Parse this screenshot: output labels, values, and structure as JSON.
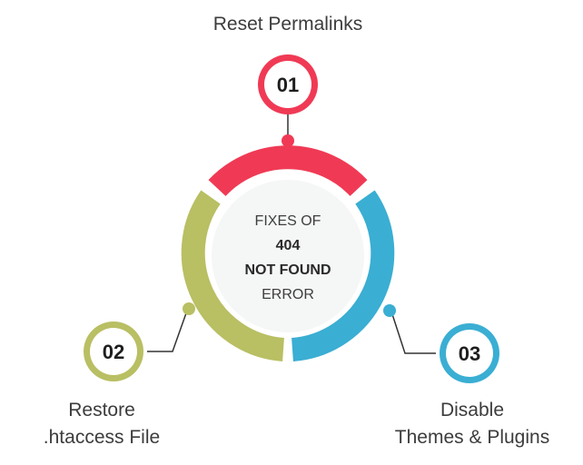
{
  "center": {
    "line1": "FIXES OF",
    "line2": "404",
    "line3": "NOT FOUND",
    "line4": "ERROR"
  },
  "steps": [
    {
      "number": "01",
      "title_lines": [
        "Reset Permalinks"
      ],
      "color": "#f03a55"
    },
    {
      "number": "02",
      "title_lines": [
        "Restore",
        ".htaccess File"
      ],
      "color": "#b9bf63"
    },
    {
      "number": "03",
      "title_lines": [
        "Disable",
        "Themes & Plugins"
      ],
      "color": "#3aaed3"
    }
  ],
  "colors": {
    "red": "#f03a55",
    "olive": "#b9bf63",
    "blue": "#3aaed3",
    "inner_circle": "#f5f6f6",
    "connector": "#333333"
  }
}
